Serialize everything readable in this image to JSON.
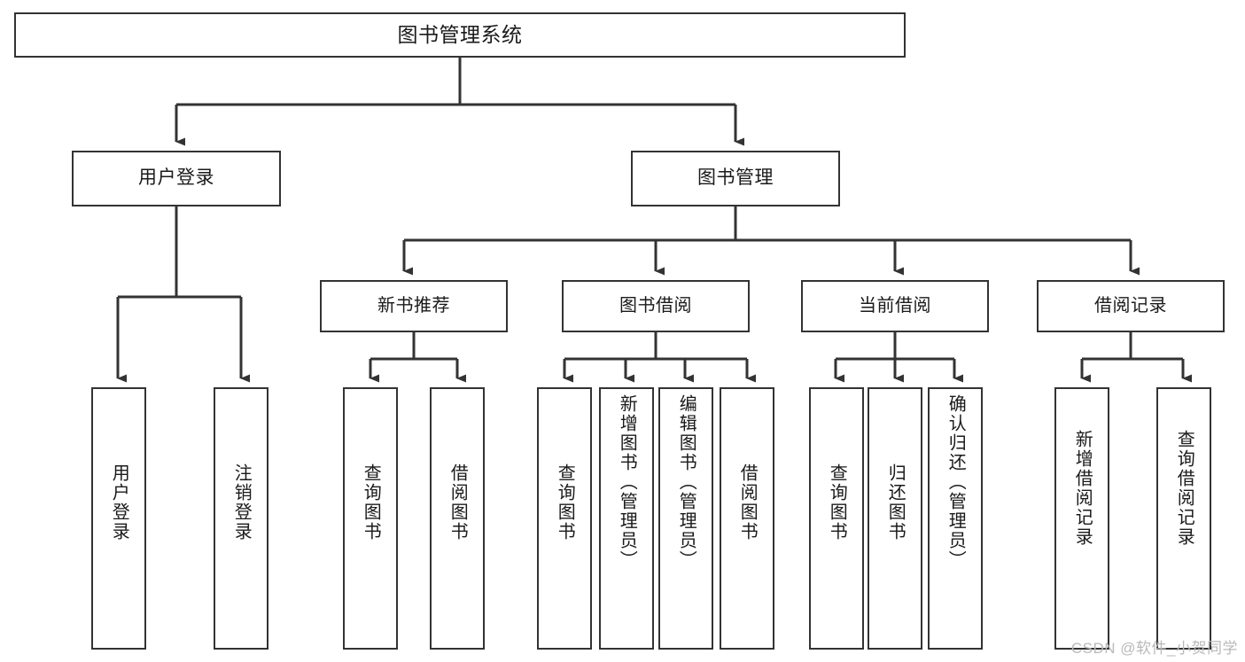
{
  "diagram": {
    "title": "图书管理系统",
    "type": "功能结构图",
    "watermark": "CSDN @软件_小贺同学",
    "colors": {
      "box_border": "#333333",
      "box_fill": "#ffffff",
      "connector": "#333333",
      "text": "#1a1a1a",
      "watermark": "#b9b9b9",
      "background": "#ffffff"
    },
    "nodes": {
      "root": {
        "label": "图书管理系统"
      },
      "level2": [
        {
          "id": "user_login",
          "label": "用户登录"
        },
        {
          "id": "book_manage",
          "label": "图书管理"
        }
      ],
      "level3": [
        {
          "id": "new_book_recommend",
          "label": "新书推荐"
        },
        {
          "id": "book_borrow",
          "label": "图书借阅"
        },
        {
          "id": "current_borrow",
          "label": "当前借阅"
        },
        {
          "id": "borrow_record",
          "label": "借阅记录"
        }
      ],
      "leaves": {
        "user_login": [
          {
            "id": "leaf_user_login",
            "label": "用户登录"
          },
          {
            "id": "leaf_logout",
            "label": "注销登录"
          }
        ],
        "new_book_recommend": [
          {
            "id": "leaf_query_book_1",
            "label": "查询图书"
          },
          {
            "id": "leaf_borrow_book_1",
            "label": "借阅图书"
          }
        ],
        "book_borrow": [
          {
            "id": "leaf_query_book_2",
            "label": "查询图书"
          },
          {
            "id": "leaf_add_book",
            "label": "新增图书（管理员）"
          },
          {
            "id": "leaf_edit_book",
            "label": "编辑图书（管理员）"
          },
          {
            "id": "leaf_borrow_book_2",
            "label": "借阅图书"
          }
        ],
        "current_borrow": [
          {
            "id": "leaf_query_book_3",
            "label": "查询图书"
          },
          {
            "id": "leaf_return_book",
            "label": "归还图书"
          },
          {
            "id": "leaf_confirm_return",
            "label": "确认归还（管理员）"
          }
        ],
        "borrow_record": [
          {
            "id": "leaf_add_record",
            "label": "新增借阅记录"
          },
          {
            "id": "leaf_query_record",
            "label": "查询借阅记录"
          }
        ]
      }
    }
  }
}
